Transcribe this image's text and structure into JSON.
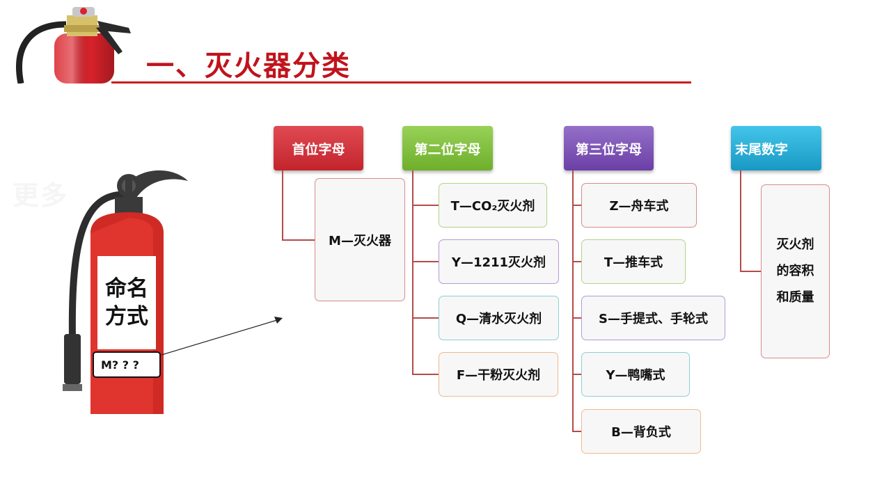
{
  "title": "一、灭火器分类",
  "watermark": "更多",
  "extinguisher": {
    "label_line1": "命名",
    "label_line2": "方式",
    "model_code": "M? ? ?"
  },
  "categories": [
    {
      "header": "首位字母",
      "items": [
        "M—灭火器"
      ]
    },
    {
      "header": "第二位字母",
      "items": [
        "T—CO₂灭火剂",
        "Y—1211灭火剂",
        "Q—清水灭火剂",
        "F—干粉灭火剂"
      ]
    },
    {
      "header": "第三位字母",
      "items": [
        "Z—舟车式",
        "T—推车式",
        "S—手提式、手轮式",
        "Y—鸭嘴式",
        "B—背负式"
      ]
    },
    {
      "header": "末尾数字",
      "items": [
        "灭火剂的容积和质量"
      ]
    }
  ],
  "colors": {
    "title": "#c0131c",
    "header_red": "#c3242c",
    "header_green": "#6eaf2b",
    "header_purple": "#6b3fa6",
    "header_blue": "#1799c4",
    "connector": "#b54a4a"
  }
}
